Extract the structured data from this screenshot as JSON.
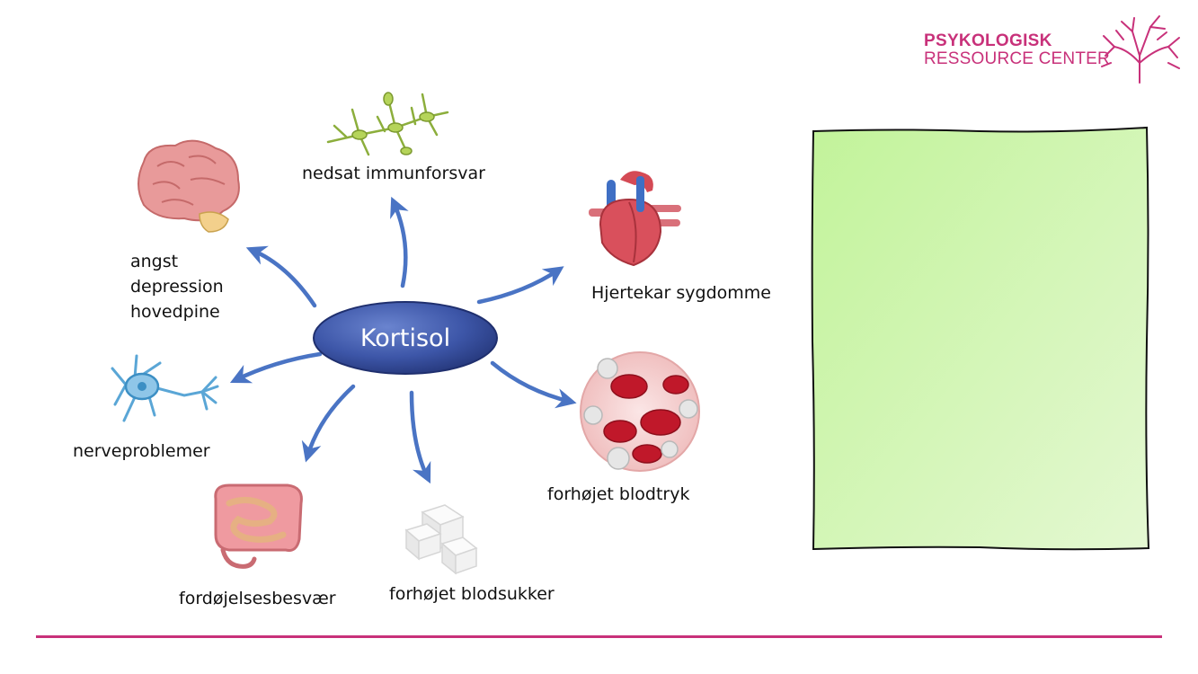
{
  "logo": {
    "line1": "PSYKOLOGISK",
    "line2": "RESSOURCE CENTER",
    "color": "#c8317a",
    "icon": "tree-icon"
  },
  "center": {
    "label": "Kortisol",
    "fill": "#3d56a8"
  },
  "effects": [
    {
      "key": "brain",
      "icon": "brain-icon",
      "lines": [
        "angst",
        "depression",
        "hovedpine"
      ]
    },
    {
      "key": "immune",
      "icon": "neuron-cluster-icon",
      "lines": [
        "nedsat immunforsvar"
      ]
    },
    {
      "key": "heart",
      "icon": "heart-icon",
      "lines": [
        "Hjertekar sygdomme"
      ]
    },
    {
      "key": "blood",
      "icon": "blood-cells-icon",
      "lines": [
        "forhøjet blodtryk"
      ]
    },
    {
      "key": "sugar",
      "icon": "sugar-cubes-icon",
      "lines": [
        "forhøjet blodsukker"
      ]
    },
    {
      "key": "digestion",
      "icon": "intestine-icon",
      "lines": [
        "fordøjelsesbesvær"
      ]
    },
    {
      "key": "nerve",
      "icon": "nerve-cell-icon",
      "lines": [
        "nerveproblemer"
      ]
    }
  ],
  "note_panel": {
    "color": "#c8f2a0"
  },
  "arrow_color": "#4a74c4",
  "rule_color": "#c8317a"
}
